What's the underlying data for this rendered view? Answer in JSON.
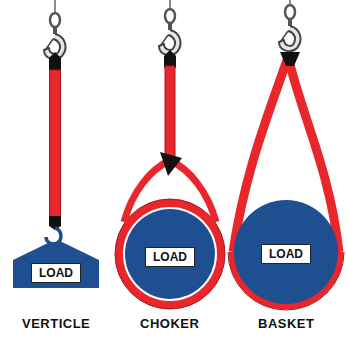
{
  "diagram": {
    "nodes": [
      {
        "text": [
          "LOAD"
        ]
      },
      {
        "text": [
          "LOAD"
        ]
      },
      {
        "text": [
          "LOAD"
        ]
      }
    ],
    "labels": [
      "VERTICLE",
      "CHOKER",
      "BASKET"
    ]
  }
}
